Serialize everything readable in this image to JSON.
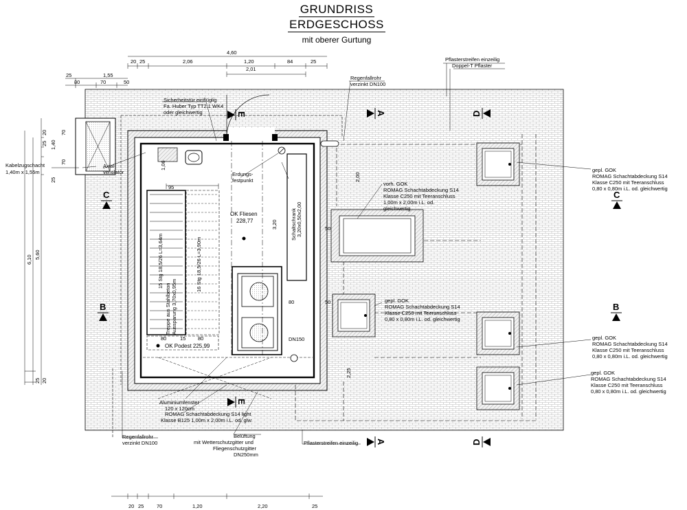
{
  "title": {
    "line1": "GRUNDRISS",
    "line2": "ERDGESCHOSS",
    "line3": "mit oberer Gurtung"
  },
  "sections": {
    "a": "A",
    "b": "B",
    "c": "C",
    "d": "D",
    "e": "E"
  },
  "dimensions": {
    "top_overall": "4,60",
    "top_row": [
      "20",
      "25",
      "2,06",
      "1,20",
      "84",
      "25"
    ],
    "top_sub": "2,01",
    "left_155": "1,55",
    "left_25": "25",
    "left_row": [
      "80",
      "70",
      "50"
    ],
    "vert_left": [
      "25",
      "20",
      "70",
      "1,40",
      "70",
      "25"
    ],
    "vert_610": "6,10",
    "vert_560": "5,60",
    "vert_bottom": [
      "20",
      "25"
    ],
    "inner_106": "1,06",
    "inner_95": "95",
    "inner_320": "3,20",
    "inner_200": "2,00",
    "inner_50a": "50",
    "inner_50b": "50",
    "inner_80": "80",
    "inner_225": "2,25",
    "podest_row": [
      "80",
      "15",
      "80"
    ],
    "bottom_row": [
      "20",
      "25",
      "70",
      "1,20",
      "2,20",
      "25"
    ]
  },
  "labels": {
    "security_door": [
      "Sicherheitstür einflüglig",
      "Fa. Huber Typ TT2.1 WK4",
      "oder gleichwertig"
    ],
    "downpipe_top": [
      "Regenfallrohr",
      "verzinkt DN100"
    ],
    "paving_top": [
      "Pflasterstreifen einzeilig",
      "Doppel-T Pflaster"
    ],
    "cable_shaft": [
      "Kabelzugschacht",
      "1,40m x 1,55m"
    ],
    "axial_fan": [
      "Axial-",
      "ventilator"
    ],
    "grounding": [
      "Erdungs-",
      "festpunkt"
    ],
    "tile_level": [
      "OK Fliesen",
      "228,77"
    ],
    "cabinet": [
      "Schaltschrank",
      "3,20x0,50x2,00"
    ],
    "stairs_left": "15 Stg 18,5/26 L=3,64m",
    "stairs_right": "16 Stg 18,5/26 L=3,90m",
    "stair_opening": [
      "Treppe aus Stahlbeton",
      "Aussparung 3,70x0,95m"
    ],
    "landing": "OK Podest 225,99",
    "dn150": "DN150",
    "alu_window": [
      "Aluminiumfenster",
      "120 x 120cm"
    ],
    "cover_b125": [
      "ROMAG Schachtabdeckung S14 light",
      "Klasse B125 1,00m x 2,00m i.L. od. glw."
    ],
    "downpipe_bottom": [
      "Regenfallrohr",
      "verzinkt DN100"
    ],
    "ventilation": [
      "Belüftung",
      "mit Wetterschutzgitter und",
      "Fliegenschutzgitter",
      "DN250mm"
    ],
    "paving_bottom": "Pflasterstreifen einzeilig",
    "cover_existing": [
      "vorh. GOK",
      "ROMAG Schachtabdeckung S14",
      "Klasse C250 mit Teeranschluss",
      "1,00m x 2,00m i.L. od.",
      "gleichwertig"
    ],
    "cover_mid": [
      "gepl. GOK",
      "ROMAG Schachtabdeckung S14",
      "Klasse C250 mit Teeranschluss",
      "0,80 x 0,80m i.L. od. gleichwertig"
    ],
    "cover_right_top": [
      "gepl. GOK",
      "ROMAG Schachtabdeckung S14",
      "Klasse C250 mit Teeranschluss",
      "0,80 x 0,80m i.L. od. gleichwertig"
    ],
    "cover_right_mid": [
      "gepl. GOK",
      "ROMAG Schachtabdeckung S14",
      "Klasse C250 mit Teeranschluss",
      "0,80 x 0,80m i.L. od. gleichwertig"
    ],
    "cover_right_bot": [
      "gepl. GOK",
      "ROMAG Schachtabdeckung S14",
      "Klasse C250 mit Teeranschluss",
      "0,80 x 0,80m i.L. od. gleichwertig"
    ]
  },
  "colors": {
    "line": "#000000",
    "paving": "#c8c8c8",
    "hatch": "#777777"
  }
}
